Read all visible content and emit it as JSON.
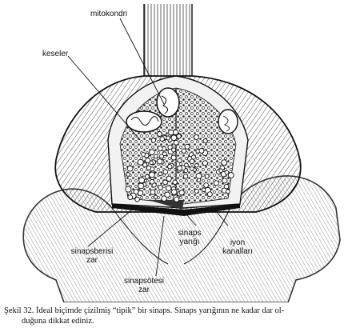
{
  "labels": {
    "mitochondria": "mitokondri",
    "vesicles": "keseler",
    "synaptic_cleft": [
      "sinaps",
      "yarığı"
    ],
    "ion_channels": [
      "iyon",
      "kanalları"
    ],
    "presynaptic_membrane": [
      "sinapsberisi",
      "zar"
    ],
    "postsynaptic_membrane": [
      "sinapsötesi",
      "zar"
    ]
  },
  "caption": {
    "line1": "Şekil 32. İdeal biçimde çizilmiş “tipik” bir sinaps. Sinaps yarığının ne kadar dar ol-",
    "line2": "duğuna dikkat ediniz."
  }
}
